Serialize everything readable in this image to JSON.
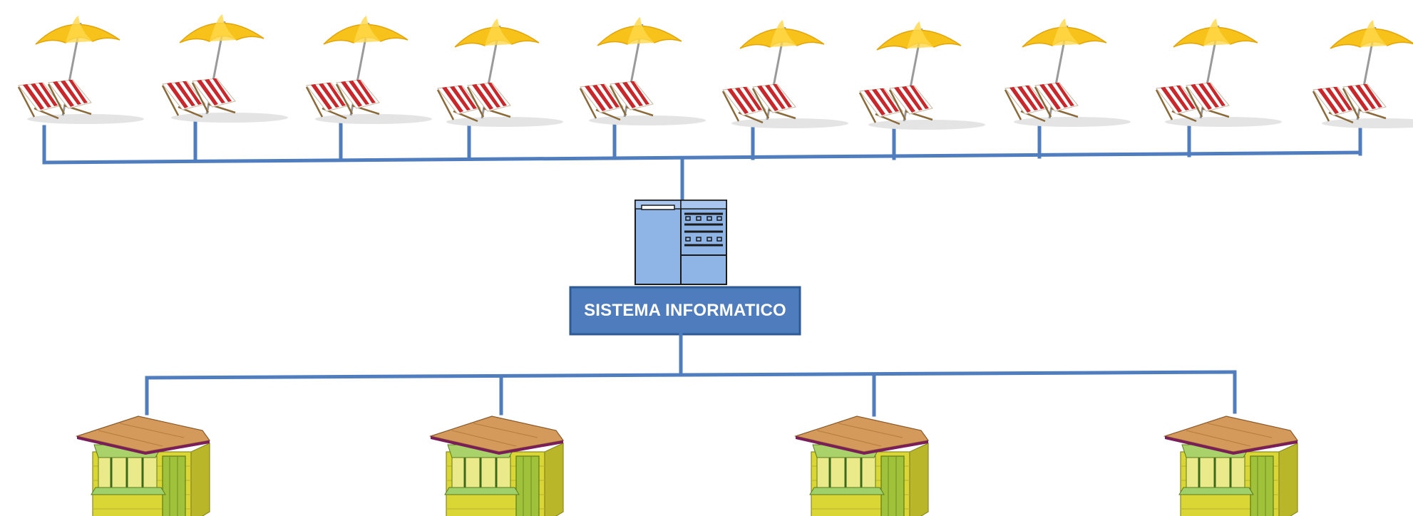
{
  "diagram": {
    "hub": {
      "label": "SISTEMA INFORMATICO",
      "icon": "server-computer-icon"
    },
    "top_nodes": {
      "count": 10,
      "icon": "beach-umbrella-chairs-icon"
    },
    "bottom_nodes": {
      "count": 4,
      "icon": "wooden-kiosk-icon"
    }
  },
  "colors": {
    "connector": "#4f7dbd",
    "hub_fill": "#4f7cbd",
    "umbrella": "#f7c21a",
    "chair_stripe": "#c8282b",
    "kiosk_wall": "#d9d635",
    "kiosk_roof": "#d49a5c"
  }
}
